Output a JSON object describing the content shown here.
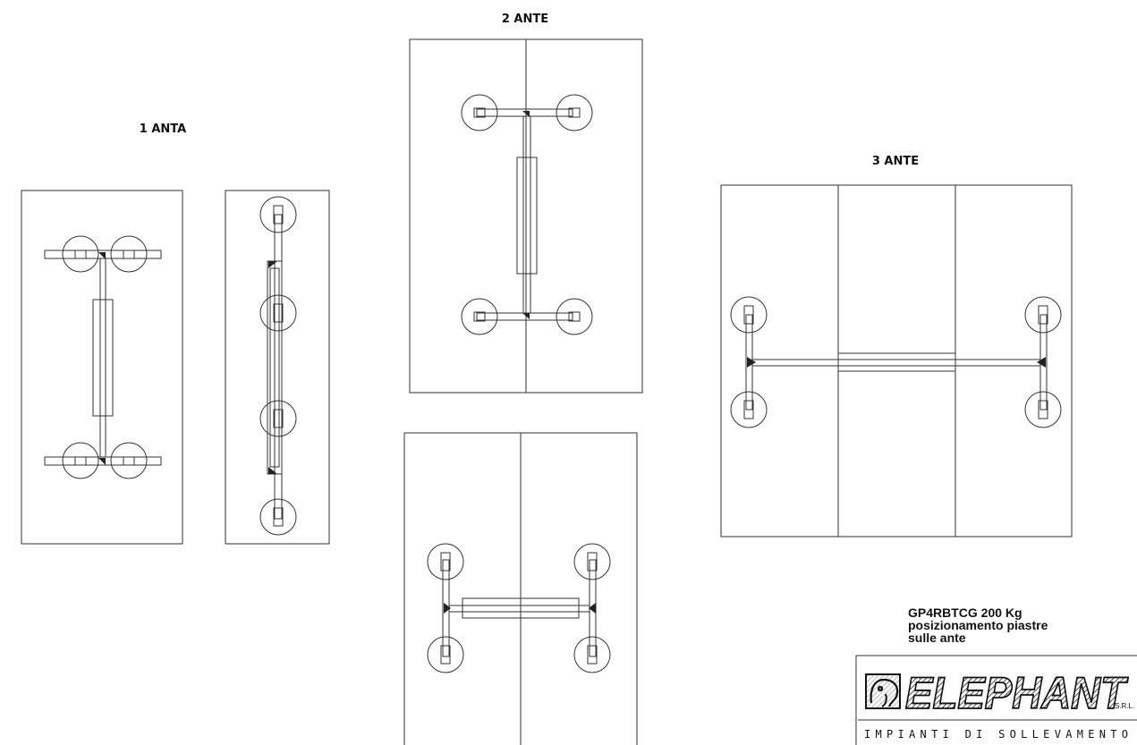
{
  "labels": {
    "one_leaf": "1 ANTA",
    "two_leaves": "2 ANTE",
    "three_leaves": "3 ANTE"
  },
  "info": {
    "line1": "GP4RBTCG 200 Kg",
    "line2": "posizionamento piastre",
    "line3": "sulle ante"
  },
  "logo": {
    "brand": "ELEPHANT",
    "suffix": "S.R.L.",
    "tagline": "IMPIANTI DI SOLLEVAMENTO"
  },
  "colors": {
    "line": "#333333",
    "text": "#111111",
    "background": "#ffffff"
  }
}
